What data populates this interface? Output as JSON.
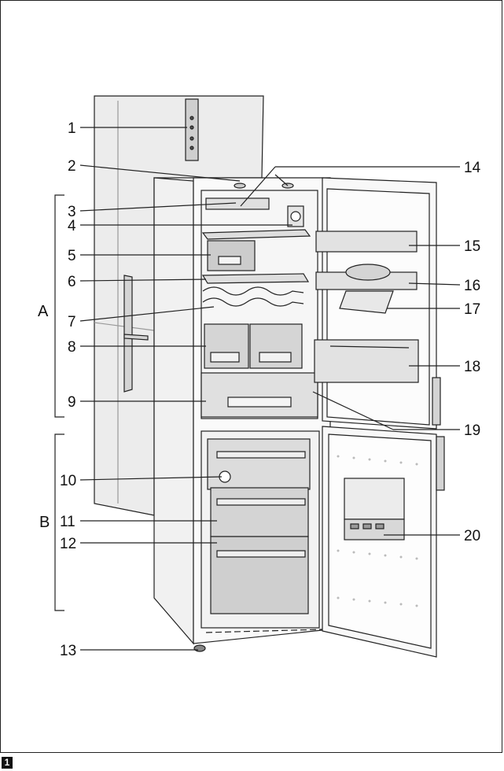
{
  "figure": {
    "badge": "1"
  },
  "callouts": {
    "c1": "1",
    "c2": "2",
    "c3": "3",
    "c4": "4",
    "c5": "5",
    "c6": "6",
    "c7": "7",
    "c8": "8",
    "c9": "9",
    "c10": "10",
    "c11": "11",
    "c12": "12",
    "c13": "13",
    "c14": "14",
    "c15": "15",
    "c16": "16",
    "c17": "17",
    "c18": "18",
    "c19": "19",
    "c20": "20"
  },
  "groups": {
    "a": "A",
    "b": "B"
  },
  "colors": {
    "line": "#222222",
    "fill_light": "#f3f3f3",
    "fill_mid": "#d9d9d9",
    "fill_dark": "#b5b5b5"
  }
}
